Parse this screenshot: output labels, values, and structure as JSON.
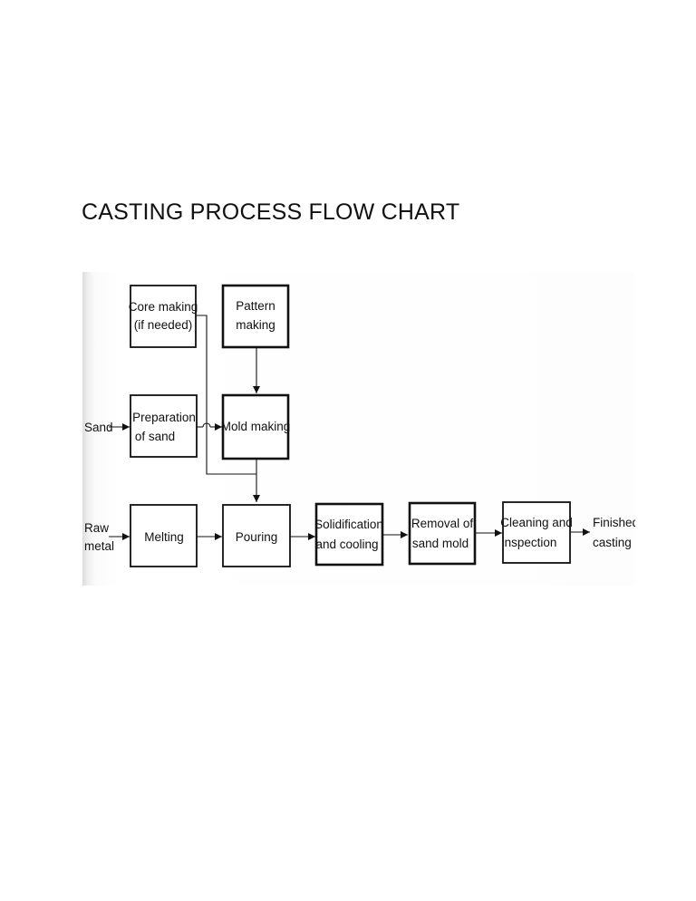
{
  "title": "CASTING PROCESS FLOW CHART",
  "diagram": {
    "nodes": {
      "core_making": [
        "Core making",
        "(if needed)"
      ],
      "pattern_making": [
        "Pattern",
        "making"
      ],
      "preparation_of_sand": [
        "Preparation",
        "of sand"
      ],
      "mold_making": [
        "Mold making"
      ],
      "melting": [
        "Melting"
      ],
      "pouring": [
        "Pouring"
      ],
      "solidification": [
        "Solidification",
        "and cooling"
      ],
      "removal": [
        "Removal of",
        "sand mold"
      ],
      "cleaning": [
        "Cleaning and",
        "inspection"
      ]
    },
    "inputs": {
      "sand": [
        "Sand"
      ],
      "raw_metal": [
        "Raw",
        "metal"
      ]
    },
    "output": {
      "finished": [
        "Finished",
        "casting"
      ]
    },
    "edges": [
      [
        "sand",
        "preparation_of_sand"
      ],
      [
        "preparation_of_sand",
        "mold_making"
      ],
      [
        "pattern_making",
        "mold_making"
      ],
      [
        "core_making",
        "pouring"
      ],
      [
        "mold_making",
        "pouring"
      ],
      [
        "raw_metal",
        "melting"
      ],
      [
        "melting",
        "pouring"
      ],
      [
        "pouring",
        "solidification"
      ],
      [
        "solidification",
        "removal"
      ],
      [
        "removal",
        "cleaning"
      ],
      [
        "cleaning",
        "finished"
      ]
    ]
  }
}
